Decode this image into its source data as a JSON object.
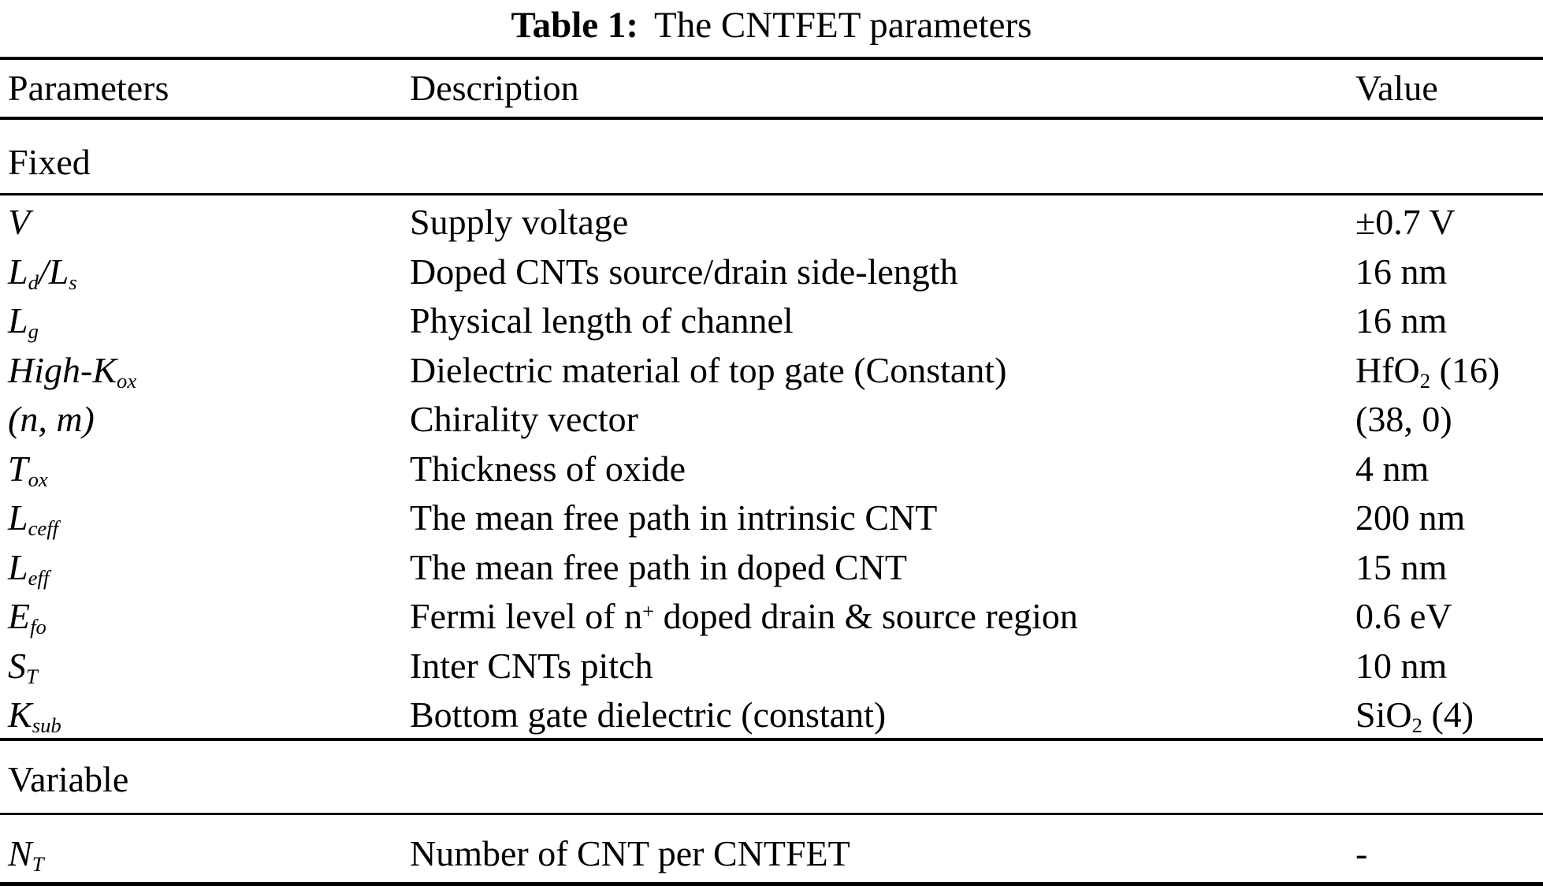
{
  "table": {
    "caption": {
      "label": "Table 1:",
      "title": "The CNTFET parameters"
    },
    "columns": [
      "Parameters",
      "Description",
      "Value"
    ],
    "sections": [
      {
        "name": "Fixed",
        "rows": [
          {
            "param": "V",
            "description": "Supply voltage",
            "value": "±0.7 V"
          },
          {
            "param": "L_{d}/L_{s}",
            "description": "Doped CNTs source/drain side-length",
            "value": "16 nm"
          },
          {
            "param": "L_{g}",
            "description": "Physical length of channel",
            "value": "16 nm"
          },
          {
            "param": "High-K_{ox}",
            "description": "Dielectric material of top gate (Constant)",
            "value": "HfO_{2} (16)"
          },
          {
            "param": "(n, m)",
            "description": "Chirality vector",
            "value": "(38, 0)"
          },
          {
            "param": "T_{ox}",
            "description": "Thickness of oxide",
            "value": "4 nm"
          },
          {
            "param": "L_{ceff}",
            "description": "The mean free path in intrinsic CNT",
            "value": "200 nm"
          },
          {
            "param": "L_{eff}",
            "description": "The mean free path in doped CNT",
            "value": "15 nm"
          },
          {
            "param": "E_{fo}",
            "description": "Fermi level of n^{+} doped drain & source region",
            "value": "0.6 eV"
          },
          {
            "param": "S_{T}",
            "description": "Inter CNTs pitch",
            "value": "10 nm"
          },
          {
            "param": "K_{sub}",
            "description": "Bottom gate dielectric (constant)",
            "value": "SiO_{2} (4)"
          }
        ]
      },
      {
        "name": "Variable",
        "rows": [
          {
            "param": "N_{T}",
            "description": "Number of CNT per CNTFET",
            "value": "-"
          }
        ]
      }
    ]
  }
}
